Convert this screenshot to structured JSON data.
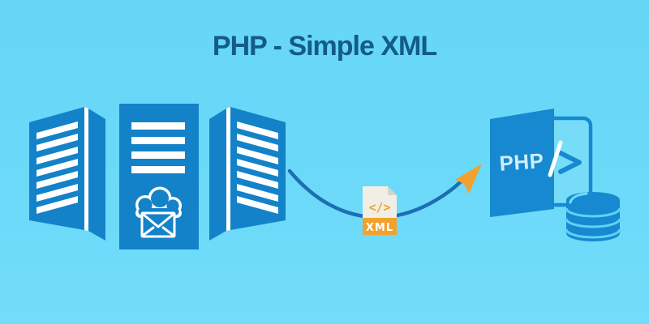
{
  "title": "PHP - Simple XML",
  "illustration": {
    "xml_file": {
      "code_glyph": "</>",
      "label": "XML"
    },
    "php_folder": {
      "label": "PHP"
    },
    "servers": {
      "count": 3,
      "left_stripe_count": 7,
      "middle_stripe_count": 4,
      "right_stripe_count": 7
    },
    "icon_names": [
      "server-left-icon",
      "server-middle-icon",
      "server-right-icon",
      "cloud-icon",
      "envelope-icon",
      "flow-arrow-icon",
      "arrowhead-icon",
      "xml-file-icon",
      "php-folder-icon",
      "database-icon"
    ]
  },
  "colors": {
    "background": "#6BD9F8",
    "title_text": "#135C86",
    "server_blue": "#1482C8",
    "arrow_blue": "#1D6FB4",
    "accent_orange": "#F2A02E",
    "paper": "#F1EEE5",
    "paper_fold": "#D9D4C6",
    "xml_band": "#F0A22D",
    "php_cover_blue": "#1689D1",
    "php_label_text": "#CFEDFC",
    "page_fill": "#77DCF7",
    "db_groove": "#5FD2F4",
    "stripe_white": "#FFFFFF"
  }
}
